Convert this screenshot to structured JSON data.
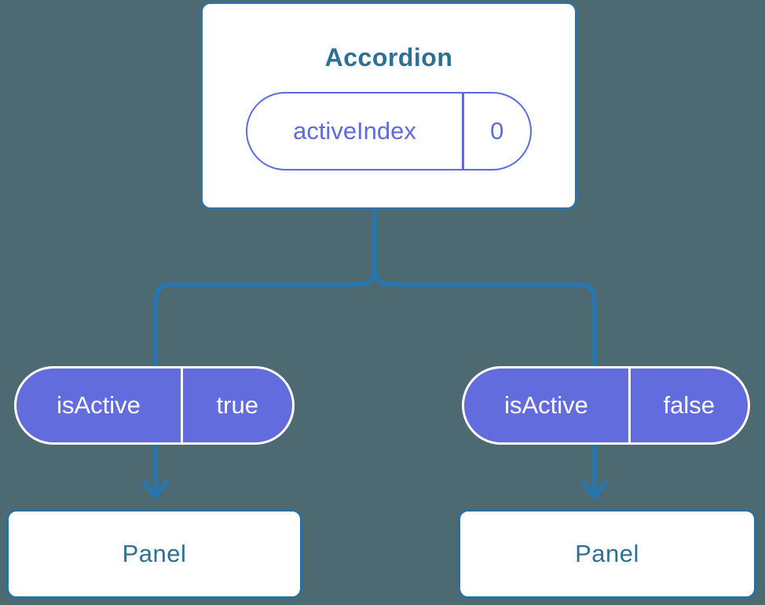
{
  "diagram": {
    "root": {
      "title": "Accordion",
      "state_pill": {
        "label": "activeIndex",
        "value": "0"
      }
    },
    "branches": [
      {
        "prop_pill": {
          "label": "isActive",
          "value": "true"
        },
        "child": {
          "title": "Panel"
        }
      },
      {
        "prop_pill": {
          "label": "isActive",
          "value": "false"
        },
        "child": {
          "title": "Panel"
        }
      }
    ],
    "colors": {
      "background": "#4d6971",
      "connector_blue": "#2577b1",
      "node_border_blue": "#2b6f9e",
      "node_text_blue": "#2e6f96",
      "pill_fill_purple": "#636cdc",
      "pill_outline_purple": "#5c6ce0",
      "node_fill_white": "#ffffff",
      "pill_text_white": "#ffffff"
    }
  }
}
